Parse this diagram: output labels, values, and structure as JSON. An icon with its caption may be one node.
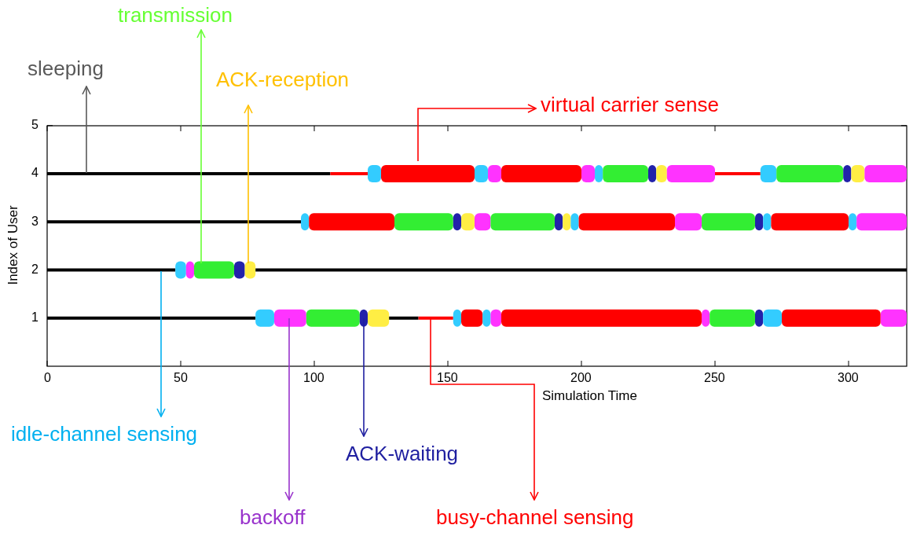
{
  "diagram": {
    "nodes": [
      {
        "text": [
          "sleeping"
        ]
      },
      {
        "text": [
          "transmission"
        ]
      },
      {
        "text": [
          "ACK-reception"
        ]
      },
      {
        "text": [
          "virtual carrier sense"
        ]
      },
      {
        "text": [
          "idle-channel sensing"
        ]
      },
      {
        "text": [
          "ACK-waiting"
        ]
      },
      {
        "text": [
          "backoff"
        ]
      },
      {
        "text": [
          "busy-channel sensing"
        ]
      }
    ],
    "edges": [
      {
        "from": null,
        "to": 0,
        "arrow": "to",
        "color": "#595959"
      },
      {
        "from": null,
        "to": 1,
        "arrow": "to",
        "color": "#66ff33"
      },
      {
        "from": null,
        "to": 2,
        "arrow": "to",
        "color": "#ffc000"
      },
      {
        "from": null,
        "to": 3,
        "arrow": "to",
        "color": "#ff0000"
      },
      {
        "from": null,
        "to": 4,
        "arrow": "to",
        "color": "#00b0f0"
      },
      {
        "from": null,
        "to": 5,
        "arrow": "to",
        "color": "#1f1fa0"
      },
      {
        "from": null,
        "to": 6,
        "arrow": "to",
        "color": "#9933cc"
      },
      {
        "from": null,
        "to": 7,
        "arrow": "to",
        "color": "#ff0000"
      }
    ],
    "labels": [
      "5",
      "4",
      "3",
      "2",
      "1",
      "Index of User",
      "0",
      "50",
      "100",
      "150",
      "200",
      "250",
      "300",
      "Simulation Time"
    ]
  }
}
